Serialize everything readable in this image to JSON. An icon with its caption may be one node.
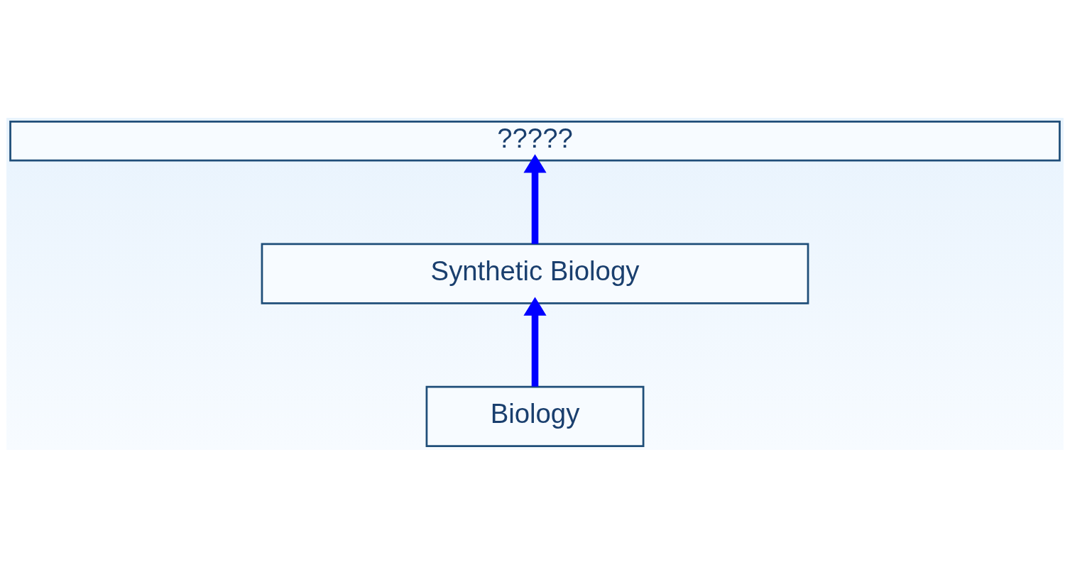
{
  "diagram": {
    "nodes": [
      {
        "text": [
          "?????"
        ]
      },
      {
        "text": [
          "Synthetic Biology"
        ]
      },
      {
        "text": [
          "Biology"
        ]
      }
    ],
    "edges": [
      {
        "from": 2,
        "to": 1,
        "arrow": "to"
      },
      {
        "from": 1,
        "to": 0,
        "arrow": "to"
      }
    ]
  }
}
